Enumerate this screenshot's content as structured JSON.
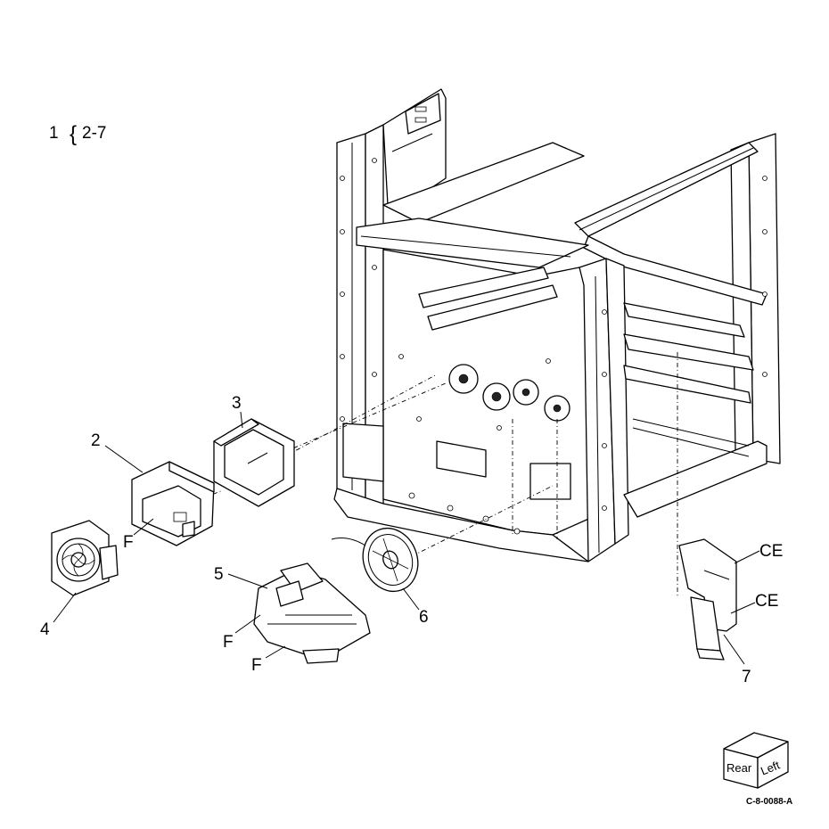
{
  "callouts": {
    "assembly_number": "1",
    "assembly_brace": "{",
    "assembly_range": "2-7",
    "part_2": "2",
    "part_3": "3",
    "part_4": "4",
    "part_5": "5",
    "part_6": "6",
    "part_7": "7",
    "ref_f_1": "F",
    "ref_f_2": "F",
    "ref_f_3": "F",
    "ref_ce_1": "CE",
    "ref_ce_2": "CE"
  },
  "orientation_cube": {
    "front_label": "Rear",
    "side_label": "Left"
  },
  "figure_code": "C-8-0088-A"
}
